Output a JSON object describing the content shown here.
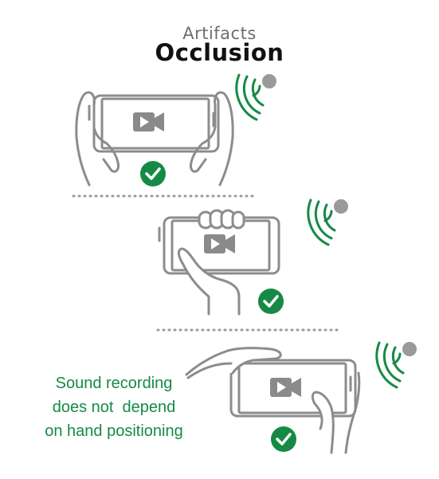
{
  "title": {
    "subtitle": "Artifacts",
    "main": "Occlusion"
  },
  "caption": {
    "lines": [
      "Sound recording",
      "does not  depend",
      "on hand positioning"
    ]
  },
  "colors": {
    "line": "#8c8c8c",
    "icon_fill": "#8a8a8a",
    "accent_green": "#168a45",
    "signal_dot": "#9a9a9a",
    "dotted_divider": "#9a9a9a",
    "title_sub": "#6e6e6e",
    "title_main": "#111111"
  },
  "icons": {
    "video_camera": "video-camera-icon",
    "check": "check-icon",
    "sound_wave": "sound-wave-icon"
  }
}
